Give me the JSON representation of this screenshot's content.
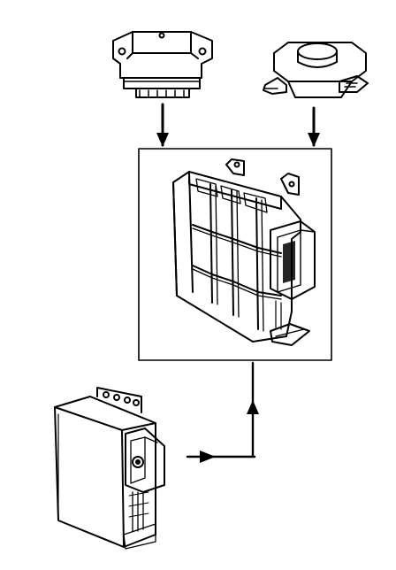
{
  "diagram": {
    "components": [
      {
        "id": "top-left-module",
        "icon": "flanged-ignition-module-icon"
      },
      {
        "id": "top-right-module",
        "icon": "round-top-sensor-module-icon"
      },
      {
        "id": "center-ecu",
        "icon": "ribbed-control-unit-icon"
      },
      {
        "id": "bottom-left-box",
        "icon": "control-box-with-connector-icon"
      }
    ],
    "connections": [
      {
        "from": "top-left-module",
        "to": "center-ecu"
      },
      {
        "from": "top-right-module",
        "to": "center-ecu"
      },
      {
        "from": "bottom-left-box",
        "to": "center-ecu"
      }
    ],
    "colors": {
      "ink": "#000000",
      "paper": "#ffffff"
    }
  }
}
